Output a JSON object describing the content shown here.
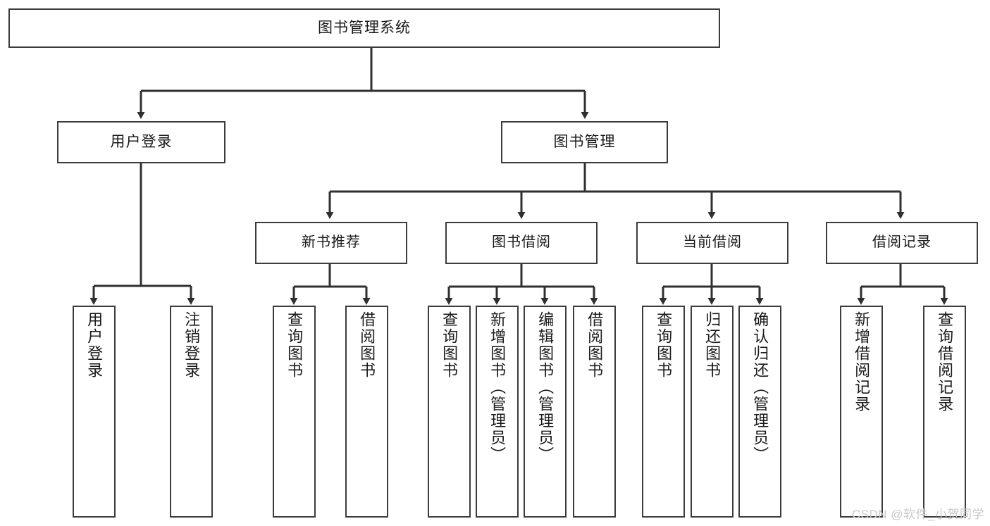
{
  "diagram": {
    "type": "tree-hierarchy-diagram",
    "title": "图书管理系统",
    "root": {
      "label": "图书管理系统"
    },
    "level1": [
      {
        "label": "用户登录"
      },
      {
        "label": "图书管理"
      }
    ],
    "level2": [
      {
        "label": "新书推荐"
      },
      {
        "label": "图书借阅"
      },
      {
        "label": "当前借阅"
      },
      {
        "label": "借阅记录"
      }
    ],
    "leaves": {
      "user_login": [
        {
          "label": "用户登录"
        },
        {
          "label": "注销登录"
        }
      ],
      "new_book": [
        {
          "label": "查询图书"
        },
        {
          "label": "借阅图书"
        }
      ],
      "borrow_book": [
        {
          "label": "查询图书"
        },
        {
          "label": "新增图书（管理员）"
        },
        {
          "label": "编辑图书（管理员）"
        },
        {
          "label": "借阅图书"
        }
      ],
      "current_borrow": [
        {
          "label": "查询图书"
        },
        {
          "label": "归还图书"
        },
        {
          "label": "确认归还（管理员）"
        }
      ],
      "borrow_record": [
        {
          "label": "新增借阅记录"
        },
        {
          "label": "查询借阅记录"
        }
      ]
    }
  },
  "watermark": {
    "text": "CSDN @软件_小贺同学"
  },
  "colors": {
    "stroke": "#3c3c3c",
    "fill": "#ffffff",
    "text": "#1a1a1a",
    "watermark": "#c9c9c9"
  }
}
